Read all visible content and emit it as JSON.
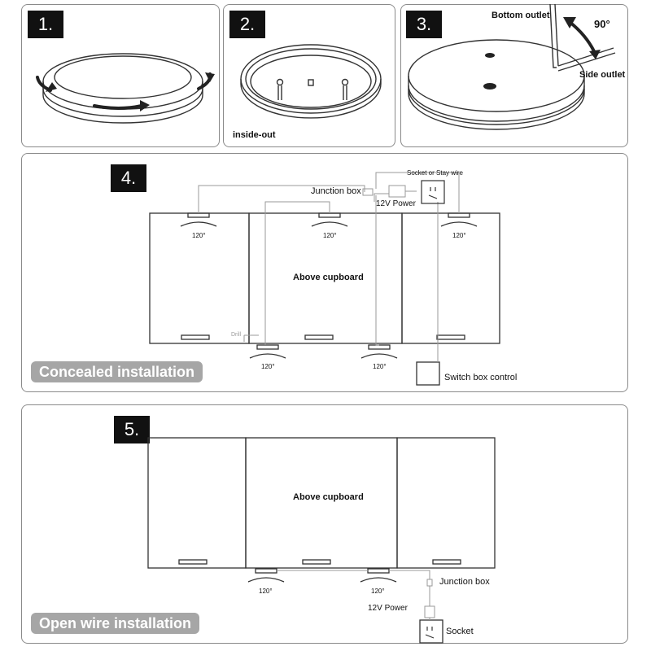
{
  "steps": {
    "s1": {
      "number": "1."
    },
    "s2": {
      "number": "2.",
      "caption": "inside-out"
    },
    "s3": {
      "number": "3.",
      "bottom_outlet": "Bottom outlet",
      "side_outlet": "Side outlet",
      "angle": "90°"
    },
    "s4": {
      "number": "4.",
      "title": "Concealed installation",
      "cupboard": "Above cupboard",
      "junction_box": "Junction box",
      "power": "12V Power",
      "socket": "Socket or Stay wire",
      "drill": "Drill",
      "switch": "Switch box control",
      "angle": "120°"
    },
    "s5": {
      "number": "5.",
      "title": "Open wire installation",
      "cupboard": "Above cupboard",
      "junction_box": "Junction box",
      "power": "12V Power",
      "socket": "Socket",
      "angle": "120°"
    }
  },
  "colors": {
    "stroke": "#333333",
    "pill": "#a6a6a6",
    "border": "#8a8a8a"
  }
}
